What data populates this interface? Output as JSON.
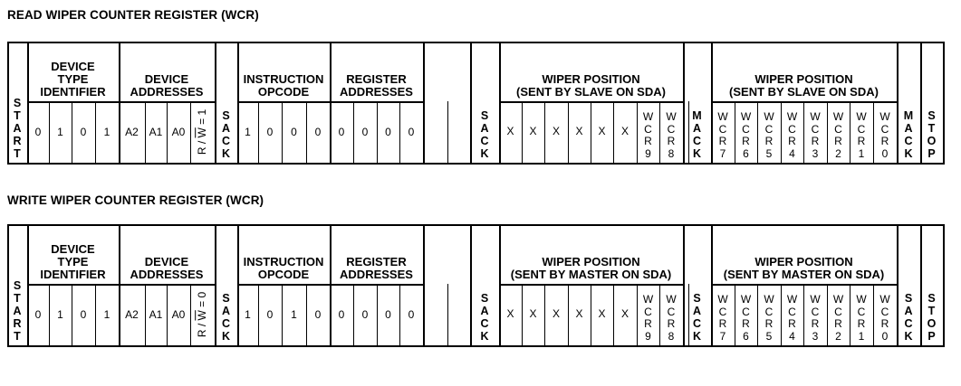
{
  "frames": [
    {
      "title": "READ WIPER COUNTER REGISTER (WCR)",
      "groups": {
        "device_type": "DEVICE TYPE IDENTIFIER",
        "device_addr": "DEVICE ADDRESSES",
        "instruction": "INSTRUCTION OPCODE",
        "register": "REGISTER ADDRESSES",
        "wiper1": "WIPER POSITION (SENT BY SLAVE ON SDA)",
        "wiper2": "WIPER POSITION (SENT BY SLAVE ON SDA)"
      },
      "start": "START",
      "device_type_bits": [
        "0",
        "1",
        "0",
        "1"
      ],
      "device_addr_bits": [
        "A2",
        "A1",
        "A0"
      ],
      "rw": "R / W = 1",
      "ack1": "SACK",
      "opcode_bits": [
        "1",
        "0",
        "0",
        "0"
      ],
      "register_bits": [
        "0",
        "0",
        "0",
        "0"
      ],
      "ack2": "SACK",
      "wiper1_bits": [
        "X",
        "X",
        "X",
        "X",
        "X",
        "X",
        "WCR9",
        "WCR8"
      ],
      "ack3": "MACK",
      "wiper2_bits": [
        "WCR7",
        "WCR6",
        "WCR5",
        "WCR4",
        "WCR3",
        "WCR2",
        "WCR1",
        "WCR0"
      ],
      "ack4": "MACK",
      "stop": "STOP"
    },
    {
      "title": "WRITE WIPER COUNTER REGISTER (WCR)",
      "groups": {
        "device_type": "DEVICE TYPE IDENTIFIER",
        "device_addr": "DEVICE ADDRESSES",
        "instruction": "INSTRUCTION OPCODE",
        "register": "REGISTER ADDRESSES",
        "wiper1": "WIPER POSITION (SENT BY MASTER ON SDA)",
        "wiper2": "WIPER POSITION (SENT BY MASTER ON SDA)"
      },
      "start": "START",
      "device_type_bits": [
        "0",
        "1",
        "0",
        "1"
      ],
      "device_addr_bits": [
        "A2",
        "A1",
        "A0"
      ],
      "rw": "R / W = 0",
      "ack1": "SACK",
      "opcode_bits": [
        "1",
        "0",
        "1",
        "0"
      ],
      "register_bits": [
        "0",
        "0",
        "0",
        "0"
      ],
      "ack2": "SACK",
      "wiper1_bits": [
        "X",
        "X",
        "X",
        "X",
        "X",
        "X",
        "WCR9",
        "WCR8"
      ],
      "ack3": "SACK",
      "wiper2_bits": [
        "WCR7",
        "WCR6",
        "WCR5",
        "WCR4",
        "WCR3",
        "WCR2",
        "WCR1",
        "WCR0"
      ],
      "ack4": "SACK",
      "stop": "STOP"
    }
  ]
}
